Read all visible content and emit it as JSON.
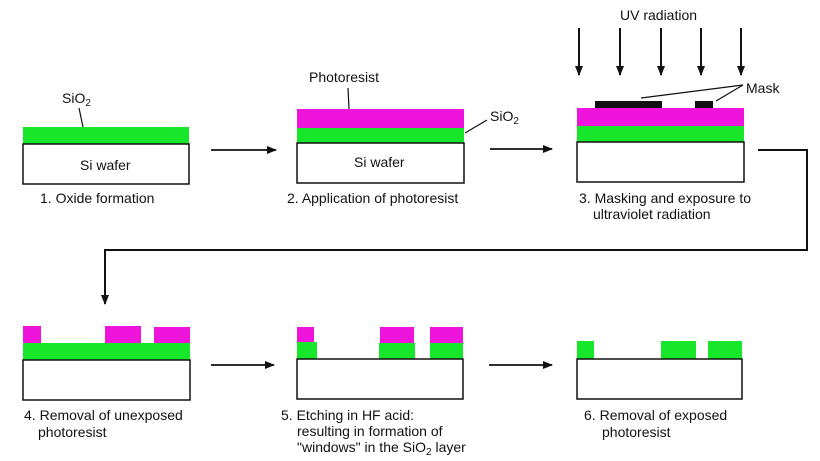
{
  "colors": {
    "oxide": "#18e62a",
    "photoresist": "#ee14dc",
    "wafer": "#ffffff",
    "outline": "#111111",
    "mask": "#111111"
  },
  "labels": {
    "sio2": "SiO",
    "sio2_sub": "2",
    "photoresist": "Photoresist",
    "si_wafer": "Si wafer",
    "uv_radiation": "UV radiation",
    "mask": "Mask"
  },
  "steps": [
    {
      "number": "1.",
      "caption": [
        "Oxide formation"
      ]
    },
    {
      "number": "2.",
      "caption": [
        "Application of photoresist"
      ]
    },
    {
      "number": "3.",
      "caption": [
        "Masking and exposure to",
        "ultraviolet radiation"
      ]
    },
    {
      "number": "4.",
      "caption": [
        "Removal of unexposed",
        "photoresist"
      ]
    },
    {
      "number": "5.",
      "caption": [
        "Etching in HF acid:",
        "resulting in formation of",
        "\"windows\" in the SiO"
      ],
      "caption_sub": "2",
      "caption_tail": " layer"
    },
    {
      "number": "6.",
      "caption": [
        "Removal of exposed",
        "photoresist"
      ]
    }
  ]
}
